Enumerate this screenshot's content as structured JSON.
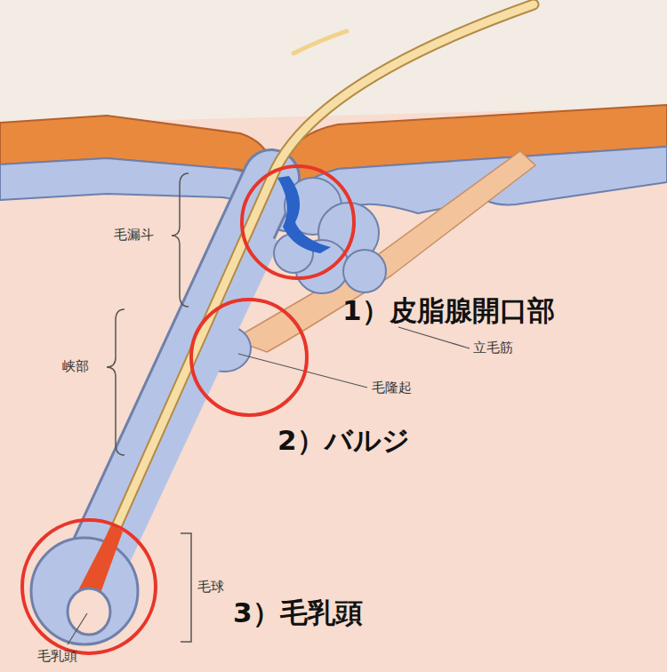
{
  "diagram": {
    "labels": [
      "毛漏斗",
      "峡部",
      "1）皮脂腺開口部",
      "立毛筋",
      "毛隆起",
      "2）バルジ",
      "毛球",
      "3）毛乳頭",
      "毛乳頭"
    ]
  }
}
